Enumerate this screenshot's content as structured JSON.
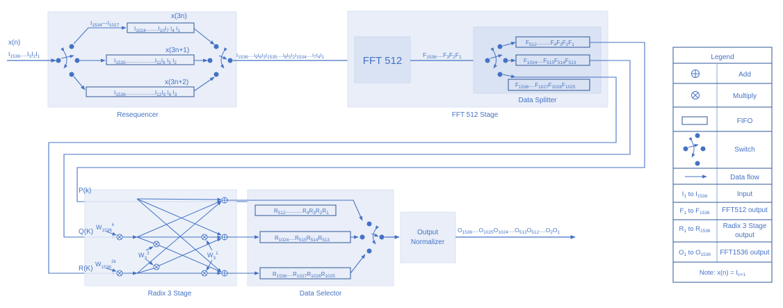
{
  "colors": {
    "line": "#4472c4",
    "text": "#4472c4",
    "panel": "#e9eef8",
    "inner_panel": "#dae3f3",
    "fifo_border": "#2f5597"
  },
  "resequencer": {
    "title": "Resequencer",
    "input_label": "x(n)",
    "input_stream": {
      "base": "I",
      "parts": [
        [
          "1536",
          "....I"
        ],
        [
          "3",
          ""
        ],
        [
          "2",
          ""
        ],
        [
          "1",
          ""
        ]
      ]
    },
    "branch_top_stream": "I1534---I1027",
    "fifos": [
      {
        "label": "x(3n)",
        "content": "I1024........I10I7 I4 I1"
      },
      {
        "label": "x(3n+1)",
        "content": "I1535..................I11I8 I5 I2"
      },
      {
        "label": "x(3n+2)",
        "content": "I1536..................I12I9 I6 I3"
      }
    ],
    "output_stream": "I1536....I9I6I3I1535....I8I5I2I1534....I7I4I1"
  },
  "fft_stage": {
    "title": "FFT 512 Stage",
    "fft_block": "FFT 512",
    "fft_output": "F1536....F3F2F1",
    "splitter_title": "Data Splitter",
    "fifos": [
      "F512.........F4F3F2F1",
      "F1024....F515F514F513",
      "F1536....F1027F1026F1025"
    ]
  },
  "radix_stage": {
    "title": "Radix 3 Stage",
    "inputs": [
      "P(k)",
      "Q(K)",
      "R(K)"
    ],
    "twiddles": {
      "q": "W1536^k",
      "r": "W1536^2k",
      "w32": "W3^2",
      "w31": "W3^1"
    }
  },
  "data_selector": {
    "title": "Data Selector",
    "fifos": [
      "R512..........R4R3R2R1",
      "R1024....R515R514R513",
      "R1536....R1027R1026R1025"
    ]
  },
  "normalizer": {
    "title_line1": "Output",
    "title_line2": "Normalizer",
    "output_stream": "O1536....O1025O1024....O513O512....O2O1"
  },
  "legend": {
    "title": "Legend",
    "rows": [
      {
        "symbol": "add-icon",
        "label": "Add"
      },
      {
        "symbol": "multiply-icon",
        "label": "Multiply"
      },
      {
        "symbol": "fifo-icon",
        "label": "FIFO"
      },
      {
        "symbol": "switch-icon",
        "label": "Switch"
      },
      {
        "symbol": "arrow-icon",
        "label": "Data flow"
      },
      {
        "symbol": "I1 to I1536",
        "label": "Input"
      },
      {
        "symbol": "F1 to F1536",
        "label": "FFT512 output"
      },
      {
        "symbol": "R1 to R1536",
        "label": "Radix 3 Stage output"
      },
      {
        "symbol": "O1 to O1536",
        "label": "FFT1536 output"
      }
    ],
    "note": "Note: x(n) = In+1"
  }
}
